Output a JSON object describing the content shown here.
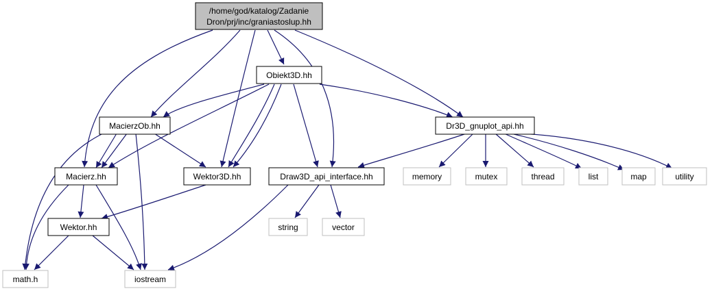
{
  "colors": {
    "root_fill": "#bfbfbf",
    "edge": "#191970",
    "solid_border": "#000000",
    "system_border": "#bfbfbf",
    "text": "#000000"
  },
  "nodes": {
    "root": {
      "line1": "/home/god/katalog/Zadanie",
      "line2": "Dron/prj/inc/graniastoslup.hh"
    },
    "obiekt3d": {
      "label": "Obiekt3D.hh"
    },
    "macierzob": {
      "label": "MacierzOb.hh"
    },
    "dr3d_gnuplot": {
      "label": "Dr3D_gnuplot_api.hh"
    },
    "macierz": {
      "label": "Macierz.hh"
    },
    "wektor3d": {
      "label": "Wektor3D.hh"
    },
    "draw3d": {
      "label": "Draw3D_api_interface.hh"
    },
    "memory": {
      "label": "memory"
    },
    "mutex": {
      "label": "mutex"
    },
    "thread": {
      "label": "thread"
    },
    "list": {
      "label": "list"
    },
    "map": {
      "label": "map"
    },
    "utility": {
      "label": "utility"
    },
    "wektor": {
      "label": "Wektor.hh"
    },
    "string": {
      "label": "string"
    },
    "vector": {
      "label": "vector"
    },
    "math": {
      "label": "math.h"
    },
    "iostream": {
      "label": "iostream"
    }
  }
}
